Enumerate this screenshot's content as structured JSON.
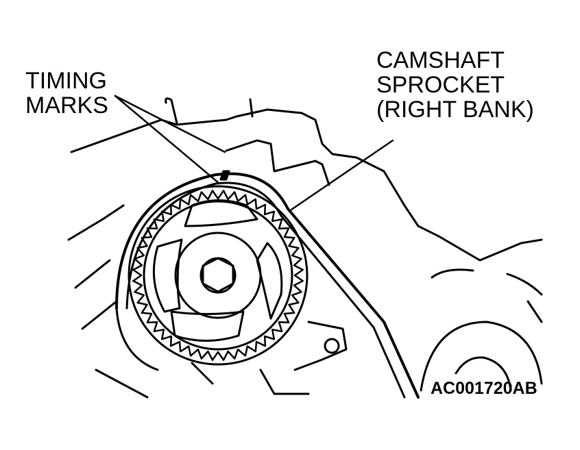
{
  "callouts": {
    "timing_marks": "TIMING\nMARKS",
    "camshaft_sprocket": "CAMSHAFT\nSPROCKET\n(RIGHT BANK)"
  },
  "figure_code": "AC001720AB",
  "colors": {
    "ink": "#000000",
    "paper": "#ffffff"
  },
  "sprocket": {
    "teeth": 48
  }
}
